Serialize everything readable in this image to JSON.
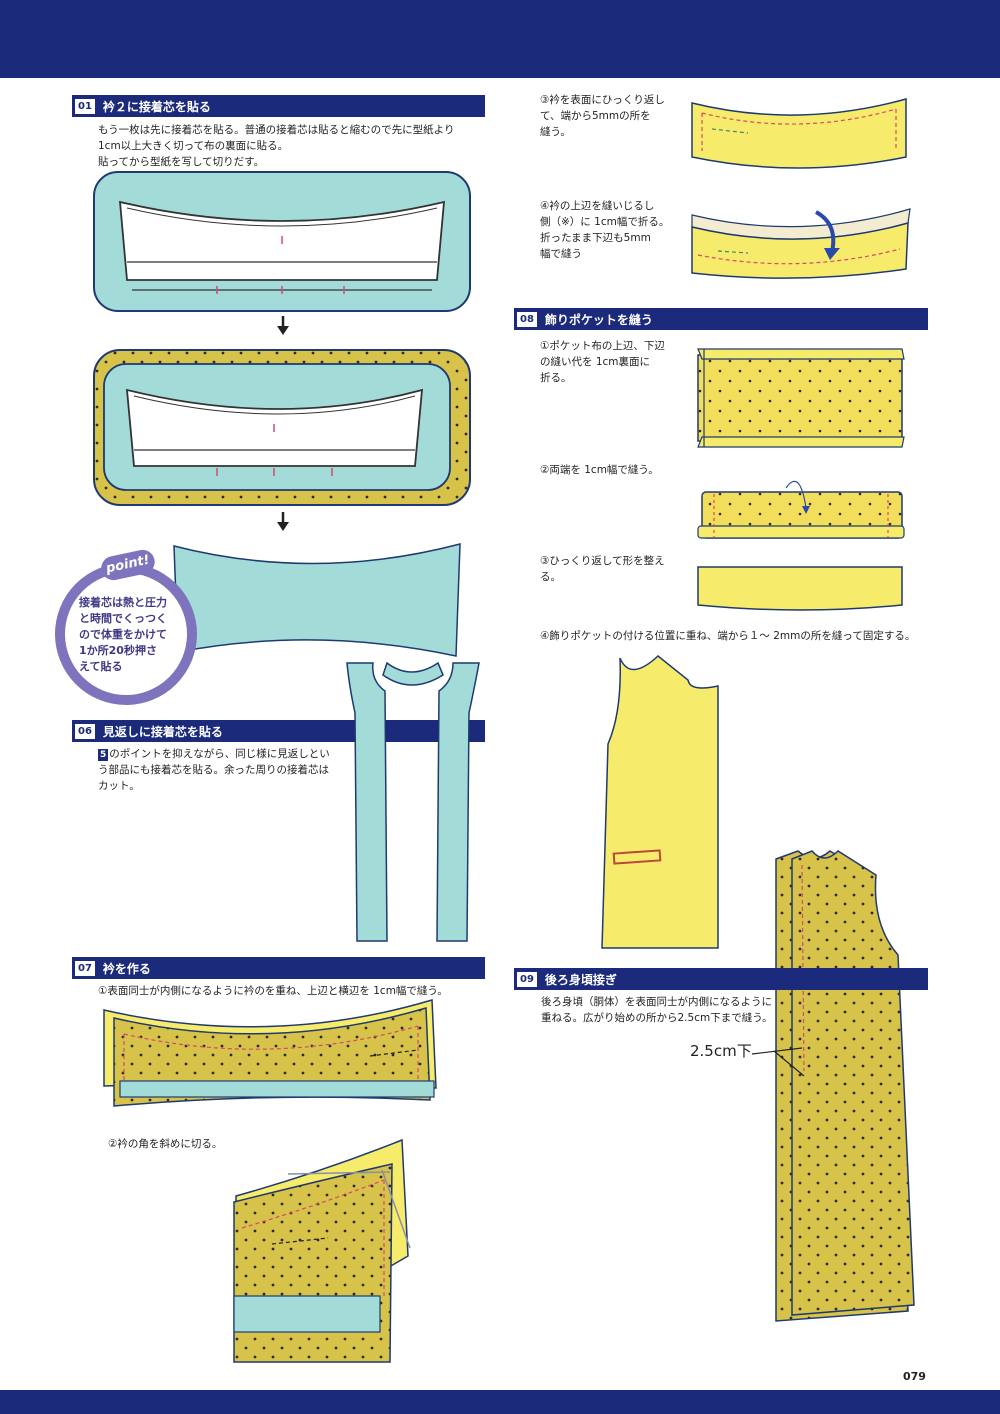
{
  "page": {
    "number": "079"
  },
  "steps": {
    "s01": {
      "num": "01",
      "title": "衿２に接着芯を貼る",
      "lines": [
        "もう一枚は先に接着芯を貼る。普通の接着芯は貼ると縮むので先に型紙より",
        "1cm以上大きく切って布の裏面に貼る。",
        "貼ってから型紙を写して切りだす。"
      ]
    },
    "point": {
      "label": "point!",
      "lines": [
        "接着芯は熱と圧力",
        "と時間でくっつく",
        "ので体重をかけて",
        "1か所20秒押さ",
        "えて貼る"
      ]
    },
    "s06": {
      "num": "06",
      "title": "見返しに接着芯を貼る",
      "ref": "5",
      "lines": [
        "のポイントを抑えながら、同じ様に見返しとい",
        "う部品にも接着芯を貼る。余った周りの接着芯は",
        "カット。"
      ]
    },
    "s07": {
      "num": "07",
      "title": "衿を作る",
      "sub1": "①表面同士が内側になるように衿のを重ね、上辺と横辺を 1cm幅で縫う。",
      "sub2": "②衿の角を斜めに切る。"
    },
    "s07b": {
      "sub3": [
        "③衿を表面にひっくり返し",
        "て、端から5mmの所を",
        "縫う。"
      ],
      "sub4": [
        "④衿の上辺を縫いじるし",
        "側（※）に 1cm幅で折る。",
        "折ったまま下辺も5mm",
        "幅で縫う"
      ]
    },
    "s08": {
      "num": "08",
      "title": "飾りポケットを縫う",
      "sub1": [
        "①ポケット布の上辺、下辺",
        "の縫い代を 1cm裏面に",
        "折る。"
      ],
      "sub2": "②両端を 1cm幅で縫う。",
      "sub3": [
        "③ひっくり返して形を整え",
        "る。"
      ],
      "sub4": "④飾りポケットの付ける位置に重ね、端から１～ 2mmの所を縫って固定する。"
    },
    "s09": {
      "num": "09",
      "title": "後ろ身頃接ぎ",
      "lines": [
        "後ろ身頃（胴体）を表面同士が内側になるように",
        "重ねる。広がり始めの所から2.5cm下まで縫う。"
      ],
      "callout": "2.5cm下"
    }
  },
  "colors": {
    "navy": "#1b2a7a",
    "aqua": "#a3dbd9",
    "mustard": "#d7c24a",
    "yellow": "#f7eb6c",
    "point_purple": "#7d74bd",
    "stitch_pink": "#d64a6a"
  },
  "icons": [
    "down-arrow-icon",
    "curved-fold-arrow-icon"
  ]
}
